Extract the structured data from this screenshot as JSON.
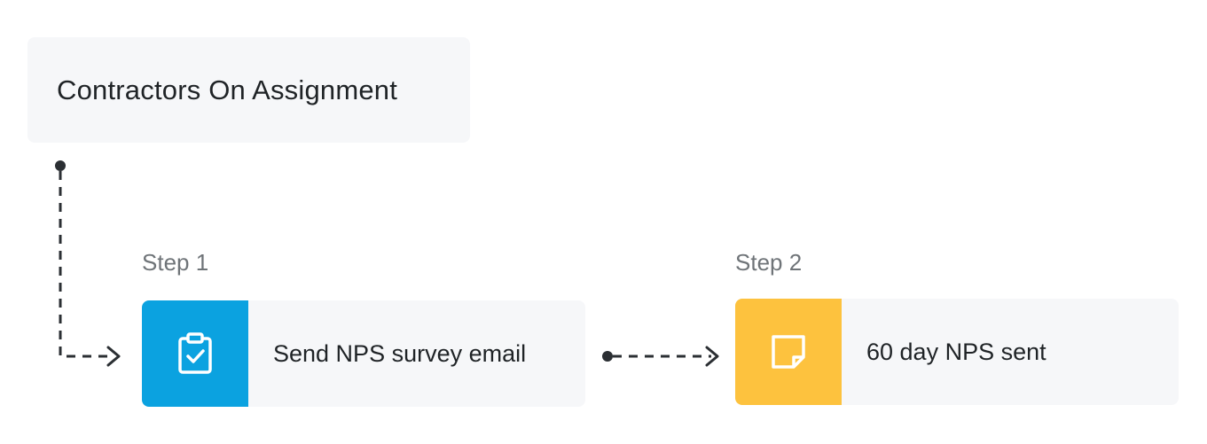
{
  "trigger": {
    "title": "Contractors On Assignment"
  },
  "steps": [
    {
      "label": "Step 1",
      "action": "Send NPS survey email",
      "icon": "clipboard-check-icon",
      "color": "#0ba2e0"
    },
    {
      "label": "Step 2",
      "action": "60 day NPS sent",
      "icon": "sticky-note-icon",
      "color": "#fdc23e"
    }
  ]
}
